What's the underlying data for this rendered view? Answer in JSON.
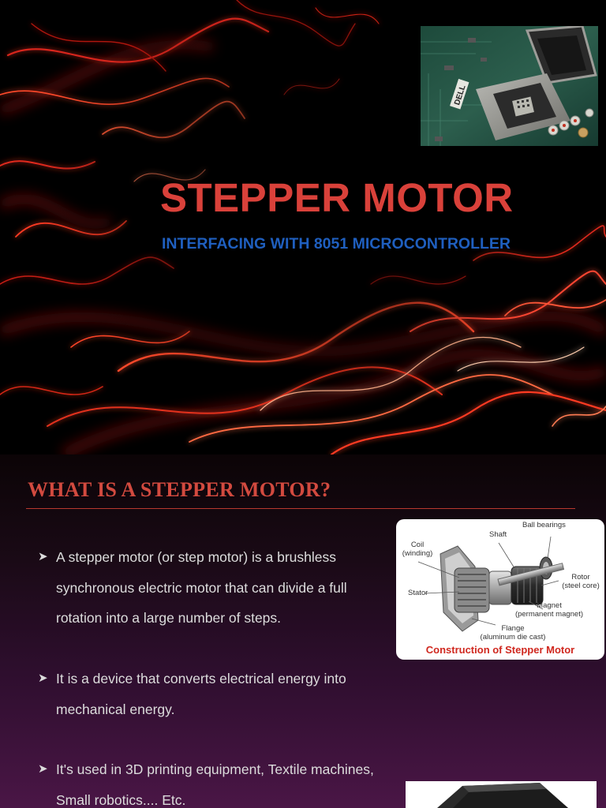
{
  "title_slide": {
    "title": "STEPPER MOTOR",
    "subtitle": "INTERFACING WITH 8051 MICROCONTROLLER",
    "photo_icon": "circuit-board-cpu-socket-icon"
  },
  "definition_slide": {
    "heading": "WHAT IS A STEPPER MOTOR?",
    "bullet_icon": "arrowhead-bullet-icon",
    "bullets": [
      {
        "lines": [
          "A stepper motor (or step motor) is a brushless",
          "synchronous electric motor that can divide a full",
          "rotation into a large number of steps."
        ]
      },
      {
        "lines": [
          "It is a device that converts electrical energy into",
          "mechanical energy."
        ]
      },
      {
        "lines": [
          "It's used in 3D printing equipment, Textile machines,",
          "Small robotics.... Etc."
        ]
      }
    ],
    "diagram": {
      "caption": "Construction of Stepper Motor",
      "labels": {
        "ball_bearings": "Ball bearings",
        "shaft": "Shaft",
        "coil": "Coil",
        "coil_sub": "(winding)",
        "stator": "Stator",
        "rotor": "Rotor",
        "rotor_sub": "(steel core)",
        "magnet": "Magnet",
        "magnet_sub": "(permanent magnet)",
        "flange": "Flange",
        "flange_sub": "(aluminum die cast)"
      }
    },
    "motor_photo_icon": "stepper-motor-photo-icon"
  },
  "colors": {
    "title_red": "#d9413a",
    "subtitle_blue": "#1f5fbf",
    "heading_red": "#d24a3f",
    "rule_red": "#b8392f",
    "bullet_text": "#dcdcdc",
    "caption_red": "#d0281f"
  }
}
